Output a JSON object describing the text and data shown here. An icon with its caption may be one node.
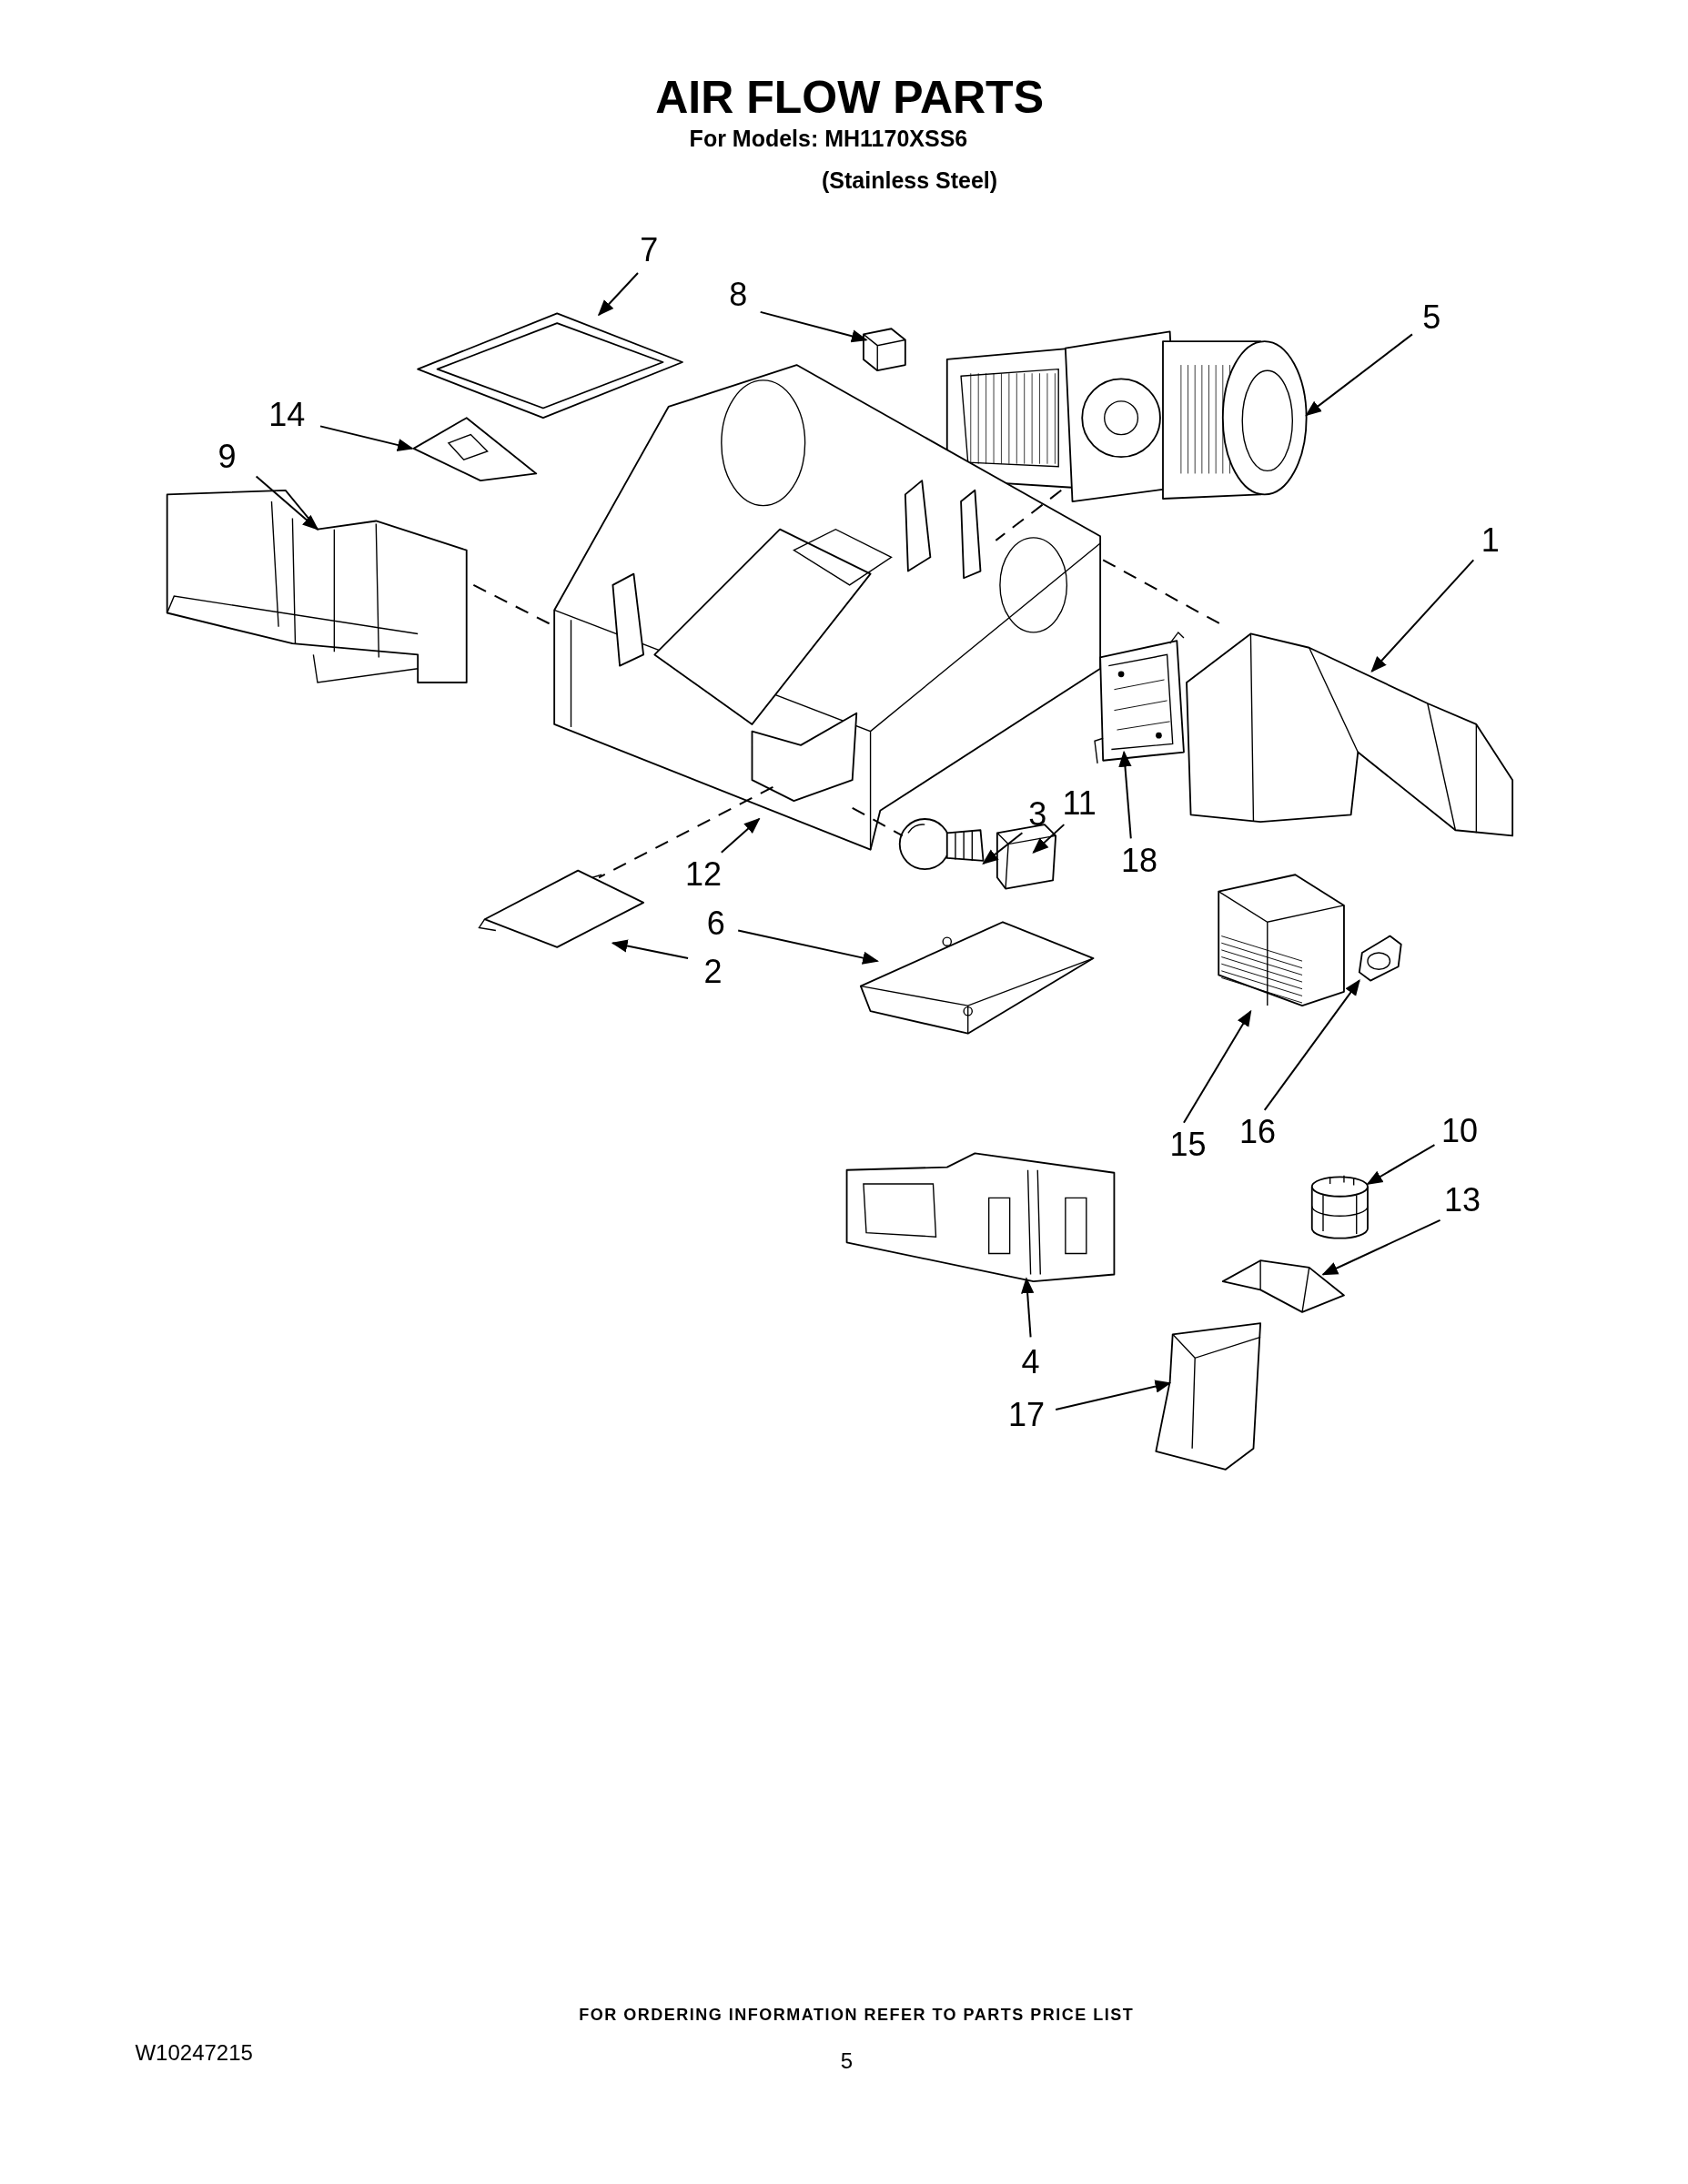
{
  "diagram": {
    "title": "AIR FLOW PARTS",
    "nodes": [
      {
        "text": [
          "7"
        ]
      },
      {
        "text": [
          "8"
        ]
      },
      {
        "text": [
          "5"
        ]
      },
      {
        "text": [
          "14"
        ]
      },
      {
        "text": [
          "9"
        ]
      },
      {
        "text": [
          "1"
        ]
      },
      {
        "text": [
          "12"
        ]
      },
      {
        "text": [
          "3"
        ]
      },
      {
        "text": [
          "11"
        ]
      },
      {
        "text": [
          "18"
        ]
      },
      {
        "text": [
          "2"
        ]
      },
      {
        "text": [
          "6"
        ]
      },
      {
        "text": [
          "15"
        ]
      },
      {
        "text": [
          "16"
        ]
      },
      {
        "text": [
          "10"
        ]
      },
      {
        "text": [
          "13"
        ]
      },
      {
        "text": [
          "4"
        ]
      },
      {
        "text": [
          "17"
        ]
      },
      {
        "text": [],
        "shape": "picture"
      },
      {
        "text": [],
        "shape": "picture"
      },
      {
        "text": [],
        "shape": "picture"
      },
      {
        "text": [],
        "shape": "picture"
      },
      {
        "text": [],
        "shape": "picture"
      },
      {
        "text": [],
        "shape": "picture"
      },
      {
        "text": [],
        "shape": "picture"
      },
      {
        "text": [],
        "shape": "picture"
      },
      {
        "text": [],
        "shape": "picture"
      },
      {
        "text": [],
        "shape": "picture"
      },
      {
        "text": [],
        "shape": "picture"
      },
      {
        "text": [],
        "shape": "picture"
      },
      {
        "text": [],
        "shape": "picture"
      },
      {
        "text": [],
        "shape": "picture"
      },
      {
        "text": [],
        "shape": "picture"
      },
      {
        "text": [],
        "shape": "picture"
      },
      {
        "text": [],
        "shape": "picture"
      },
      {
        "text": [],
        "shape": "picture"
      }
    ],
    "edges": [
      {
        "from": 0,
        "to": 18,
        "arrow": "to"
      },
      {
        "from": 1,
        "to": 19,
        "arrow": "to"
      },
      {
        "from": 2,
        "to": 20,
        "arrow": "to"
      },
      {
        "from": 3,
        "to": 21,
        "arrow": "to"
      },
      {
        "from": 4,
        "to": 22,
        "arrow": "to"
      },
      {
        "from": 5,
        "to": 24,
        "arrow": "to"
      },
      {
        "from": 6,
        "to": 23,
        "arrow": "to"
      },
      {
        "from": 7,
        "to": 26,
        "arrow": "to"
      },
      {
        "from": 8,
        "to": 27,
        "arrow": "to"
      },
      {
        "from": 9,
        "to": 25,
        "arrow": "to"
      },
      {
        "from": 10,
        "to": 28,
        "arrow": "to"
      },
      {
        "from": 11,
        "to": 29,
        "arrow": "to"
      },
      {
        "from": 12,
        "to": 30,
        "arrow": "to"
      },
      {
        "from": 13,
        "to": 31,
        "arrow": "to"
      },
      {
        "from": 14,
        "to": 32,
        "arrow": "to"
      },
      {
        "from": 15,
        "to": 33,
        "arrow": "to"
      },
      {
        "from": 16,
        "to": 34,
        "arrow": "to"
      },
      {
        "from": 17,
        "to": 35,
        "arrow": "to"
      },
      {
        "from": 22,
        "to": 23,
        "arrow": "none",
        "style": "dashed"
      },
      {
        "from": 20,
        "to": 23,
        "arrow": "none",
        "style": "dashed"
      },
      {
        "from": 23,
        "to": 24,
        "arrow": "none",
        "style": "dashed"
      },
      {
        "from": 23,
        "to": 28,
        "arrow": "none",
        "style": "dashed"
      },
      {
        "from": 23,
        "to": 26,
        "arrow": "none",
        "style": "dashed"
      }
    ],
    "labels": [
      "For Models: MH1170XSS6",
      "(Stainless Steel)",
      "FOR ORDERING INFORMATION REFER TO PARTS PRICE LIST",
      "W10247215",
      "5"
    ]
  }
}
